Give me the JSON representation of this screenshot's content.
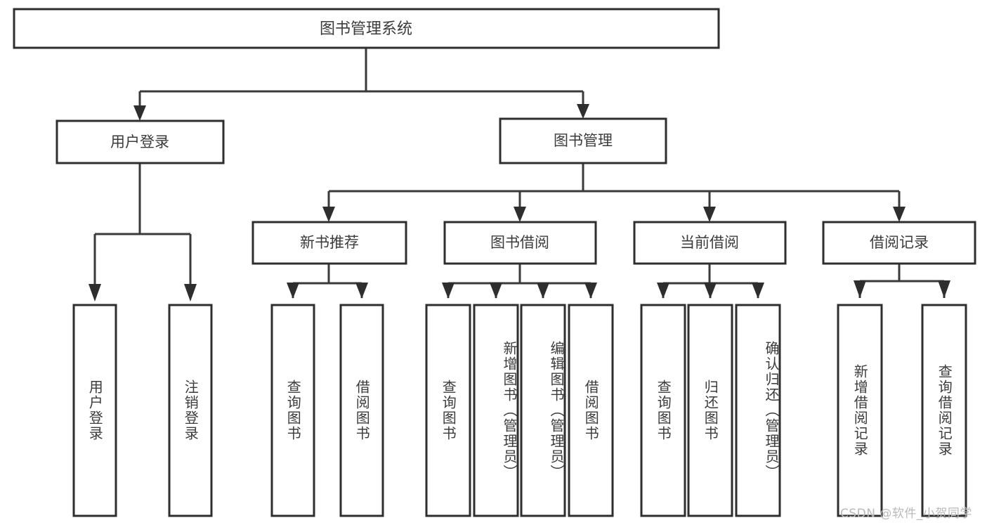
{
  "diagram": {
    "title": "图书管理系统",
    "type": "hierarchy-tree",
    "stroke_color": "#2e2e2e",
    "fill_color": "#ffffff",
    "text_color": "#3b3b3b",
    "root": {
      "label": "图书管理系统"
    },
    "level2": [
      {
        "label": "用户登录"
      },
      {
        "label": "图书管理"
      }
    ],
    "level3": [
      {
        "label": "新书推荐"
      },
      {
        "label": "图书借阅"
      },
      {
        "label": "当前借阅"
      },
      {
        "label": "借阅记录"
      }
    ],
    "leaves": {
      "user_login": [
        {
          "label": "用户登录"
        },
        {
          "label": "注销登录"
        }
      ],
      "new_book_recommend": [
        {
          "label": "查询图书"
        },
        {
          "label": "借阅图书"
        }
      ],
      "book_borrow": [
        {
          "label": "查询图书"
        },
        {
          "label": "新增图书（管理员）"
        },
        {
          "label": "编辑图书（管理员）"
        },
        {
          "label": "借阅图书"
        }
      ],
      "current_borrow": [
        {
          "label": "查询图书"
        },
        {
          "label": "归还图书"
        },
        {
          "label": "确认归还（管理员）"
        }
      ],
      "borrow_record": [
        {
          "label": "新增借阅记录"
        },
        {
          "label": "查询借阅记录"
        }
      ]
    }
  },
  "watermark": {
    "text": "CSDN @软件_小贺同学"
  }
}
